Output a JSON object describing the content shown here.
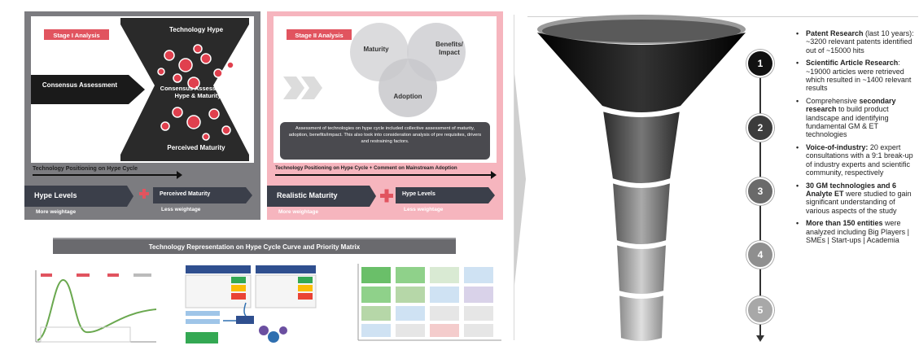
{
  "stage1": {
    "tag": "Stage I Analysis",
    "tech_hype": "Technology Hype",
    "consensus": "Consensus Assessment",
    "center": "Consensus Assessment – Hype & Maturity",
    "perceived": "Perceived Maturity",
    "positioning": "Technology Positioning on Hype Cycle",
    "band_left": "Hype Levels",
    "band_right": "Perceived Maturity",
    "note_left": "More weightage",
    "note_right": "Less weightage"
  },
  "stage2": {
    "tag": "Stage II Analysis",
    "venn_maturity": "Maturity",
    "venn_benefits": "Benefits/ Impact",
    "venn_adoption": "Adoption",
    "desc": "Assessment of technologies on hype cycle included collective assessment of maturity, adoption, benefits/impact. This also took into consideration analysis of pre requisites, drivers and restraining factors.",
    "positioning": "Technology Positioning on Hype Cycle + Comment on Mainstream Adoption",
    "band_left": "Realistic Maturity",
    "band_right": "Hype Levels",
    "note_left": "More weightage",
    "note_right": "Less weightage"
  },
  "bottom_bar": "Technology Representation on Hype Cycle Curve and Priority Matrix",
  "steps": [
    "1",
    "2",
    "3",
    "4",
    "5"
  ],
  "colors": {
    "accent_red": "#e1545f",
    "stage1_gray": "#7c7c80",
    "stage2_pink": "#f6b5be",
    "funnel_dark": "#1a1a1a"
  },
  "bullets": [
    {
      "bold": "Patent Research",
      "text": " (last 10 years): ~3200 relevant patents identified out of ~15000 hits"
    },
    {
      "bold": "Scientific Article Research",
      "text": ": ~19000 articles were retrieved which resulted in ~1400 relevant results"
    },
    {
      "pre": "Comprehensive ",
      "bold": "secondary research",
      "text": " to build product landscape and identifying fundamental GM & ET technologies"
    },
    {
      "bold": "Voice-of-industry:",
      "text": " 20 expert consultations with a 9:1 break-up of industry experts and scientific community, respectively"
    },
    {
      "bold": "30 GM technologies and 6 Analyte ET",
      "text": " were studied to gain significant understanding of various aspects of the study"
    },
    {
      "bold": "More than 150 entities",
      "text": " were analyzed including Big Players | SMEs | Start-ups | Academia"
    }
  ]
}
